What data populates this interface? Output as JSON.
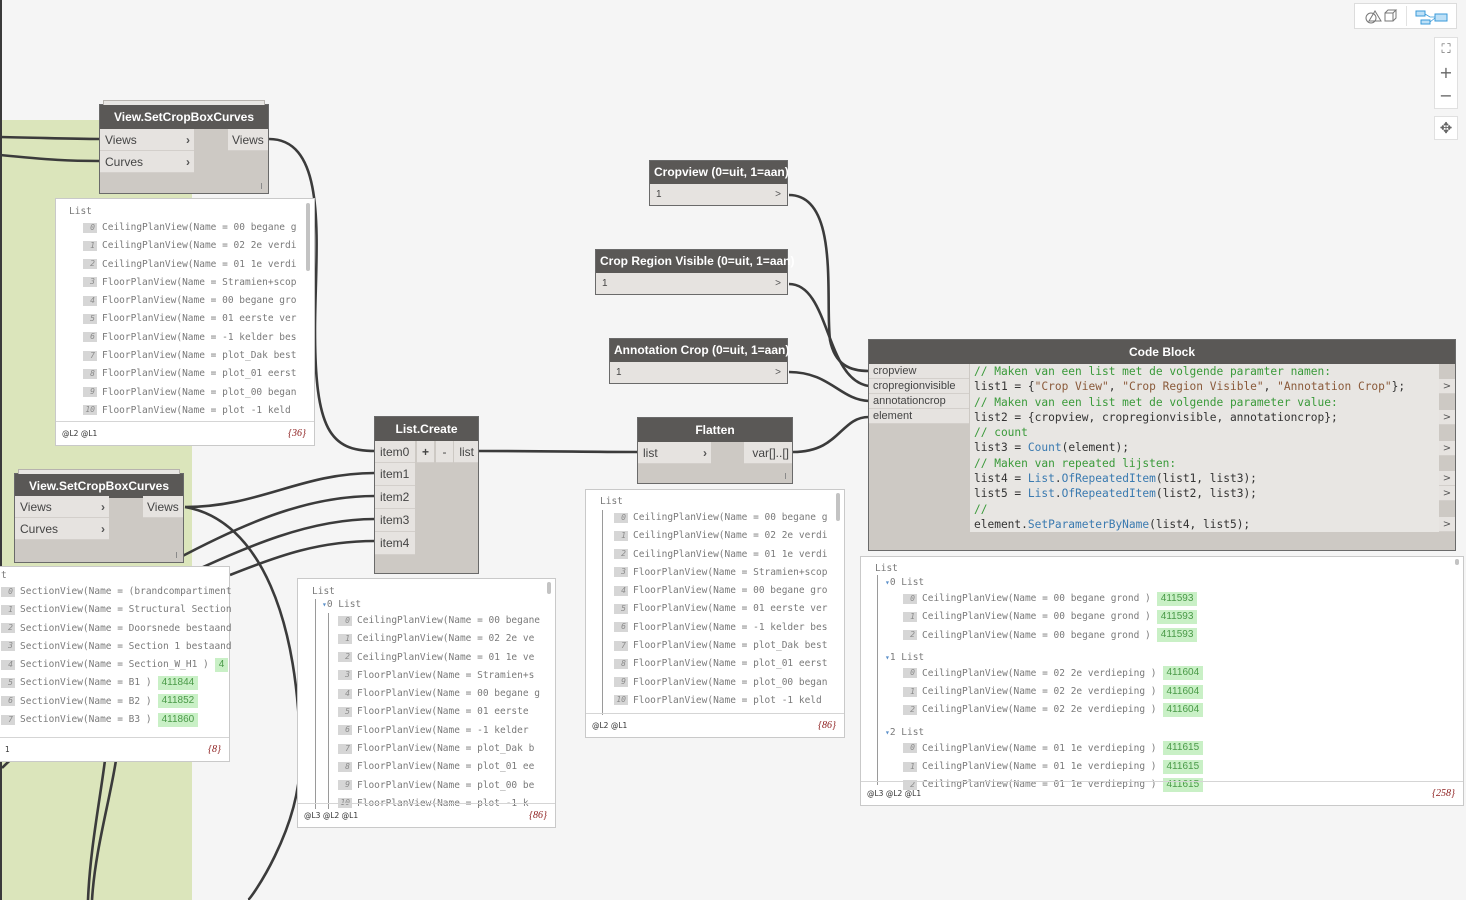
{
  "canvas_controls": {
    "geometry_view_label": "3D background preview",
    "graph_view_label": "Graph view",
    "zoom_fit": "⛶",
    "zoom_in": "+",
    "zoom_out": "−",
    "pan": "✥"
  },
  "nodes": {
    "set_crop_1": {
      "title": "View.SetCropBoxCurves",
      "inputs": [
        "Views",
        "Curves"
      ],
      "output": "Views",
      "preview": {
        "header": "List",
        "items": [
          {
            "i": "0",
            "text": "CeilingPlanView(Name = 00 begane g"
          },
          {
            "i": "1",
            "text": "CeilingPlanView(Name = 02 2e verdi"
          },
          {
            "i": "2",
            "text": "CeilingPlanView(Name = 01 1e verdi"
          },
          {
            "i": "3",
            "text": "FloorPlanView(Name = Stramien+scop"
          },
          {
            "i": "4",
            "text": "FloorPlanView(Name = 00 begane gro"
          },
          {
            "i": "5",
            "text": "FloorPlanView(Name = 01 eerste ver"
          },
          {
            "i": "6",
            "text": "FloorPlanView(Name = -1 kelder bes"
          },
          {
            "i": "7",
            "text": "FloorPlanView(Name = plot_Dak best"
          },
          {
            "i": "8",
            "text": "FloorPlanView(Name = plot_01 eerst"
          },
          {
            "i": "9",
            "text": "FloorPlanView(Name = plot_00 began"
          },
          {
            "i": "10",
            "text": "FloorPlanView(Name = plot -1 keld"
          }
        ],
        "levels": "@L2 @L1",
        "count": "{36}"
      }
    },
    "set_crop_2": {
      "title": "View.SetCropBoxCurves",
      "inputs": [
        "Views",
        "Curves"
      ],
      "output": "Views",
      "preview": {
        "header": "t",
        "items": [
          {
            "i": "0",
            "text": "SectionView(Name = (brandcompartiment",
            "id": ""
          },
          {
            "i": "1",
            "text": "SectionView(Name = Structural Section",
            "id": ""
          },
          {
            "i": "2",
            "text": "SectionView(Name = Doorsnede bestaand",
            "id": ""
          },
          {
            "i": "3",
            "text": "SectionView(Name = Section 1 bestaand",
            "id": ""
          },
          {
            "i": "4",
            "text": "SectionView(Name = Section_W_H1 )",
            "id": "4"
          },
          {
            "i": "5",
            "text": "SectionView(Name = B1 )",
            "id": "411844"
          },
          {
            "i": "6",
            "text": "SectionView(Name = B2 )",
            "id": "411852"
          },
          {
            "i": "7",
            "text": "SectionView(Name = B3 )",
            "id": "411860"
          }
        ],
        "levels": "1",
        "count": "{8}"
      }
    },
    "list_create": {
      "title": "List.Create",
      "inputs": [
        "item0",
        "item1",
        "item2",
        "item3",
        "item4"
      ],
      "add": "+",
      "remove": "-",
      "output": "list",
      "preview": {
        "header": "List",
        "sub_header": "0 List",
        "items": [
          {
            "i": "0",
            "text": "CeilingPlanView(Name = 00 begane"
          },
          {
            "i": "1",
            "text": "CeilingPlanView(Name = 02 2e ve"
          },
          {
            "i": "2",
            "text": "CeilingPlanView(Name = 01 1e ve"
          },
          {
            "i": "3",
            "text": "FloorPlanView(Name = Stramien+s"
          },
          {
            "i": "4",
            "text": "FloorPlanView(Name = 00 begane g"
          },
          {
            "i": "5",
            "text": "FloorPlanView(Name = 01 eerste"
          },
          {
            "i": "6",
            "text": "FloorPlanView(Name = -1 kelder"
          },
          {
            "i": "7",
            "text": "FloorPlanView(Name = plot_Dak b"
          },
          {
            "i": "8",
            "text": "FloorPlanView(Name = plot_01 ee"
          },
          {
            "i": "9",
            "text": "FloorPlanView(Name = plot_00 be"
          },
          {
            "i": "10",
            "text": "FloorPlanView(Name = plot -1 k"
          }
        ],
        "levels": "@L3 @L2 @L1",
        "count": "{86}"
      }
    },
    "cropview": {
      "title": "Cropview (0=uit, 1=aan)",
      "value": "1",
      "out": ">"
    },
    "crop_region_visible": {
      "title": "Crop Region Visible (0=uit, 1=aan)",
      "value": "1",
      "out": ">"
    },
    "annotation_crop": {
      "title": "Annotation Crop (0=uit, 1=aan)",
      "value": "1",
      "out": ">"
    },
    "flatten": {
      "title": "Flatten",
      "input": "list",
      "output": "var[]..[]",
      "preview": {
        "header": "List",
        "items": [
          {
            "i": "0",
            "text": "CeilingPlanView(Name = 00 begane g"
          },
          {
            "i": "1",
            "text": "CeilingPlanView(Name = 02 2e verdi"
          },
          {
            "i": "2",
            "text": "CeilingPlanView(Name = 01 1e verdi"
          },
          {
            "i": "3",
            "text": "FloorPlanView(Name = Stramien+scop"
          },
          {
            "i": "4",
            "text": "FloorPlanView(Name = 00 begane gro"
          },
          {
            "i": "5",
            "text": "FloorPlanView(Name = 01 eerste ver"
          },
          {
            "i": "6",
            "text": "FloorPlanView(Name = -1 kelder bes"
          },
          {
            "i": "7",
            "text": "FloorPlanView(Name = plot_Dak best"
          },
          {
            "i": "8",
            "text": "FloorPlanView(Name = plot_01 eerst"
          },
          {
            "i": "9",
            "text": "FloorPlanView(Name = plot_00 began"
          },
          {
            "i": "10",
            "text": "FloorPlanView(Name = plot -1 keld"
          }
        ],
        "levels": "@L2 @L1",
        "count": "{86}"
      }
    },
    "code_block": {
      "title": "Code Block",
      "inputs": [
        "cropview",
        "cropregionvisible",
        "annotationcrop",
        "element"
      ],
      "lines": [
        {
          "parts": [
            {
              "t": "// Maken van een list met de volgende paramter namen:",
              "c": "cmt"
            }
          ],
          "out": false
        },
        {
          "parts": [
            {
              "t": "list1 = {",
              "c": ""
            },
            {
              "t": "\"Crop View\"",
              "c": "str"
            },
            {
              "t": ", ",
              "c": ""
            },
            {
              "t": "\"Crop Region Visible\"",
              "c": "str"
            },
            {
              "t": ", ",
              "c": ""
            },
            {
              "t": "\"Annotation Crop\"",
              "c": "str"
            },
            {
              "t": "};",
              "c": ""
            }
          ],
          "out": true
        },
        {
          "parts": [
            {
              "t": "// Maken van een list met de volgende parameter value:",
              "c": "cmt"
            }
          ],
          "out": false
        },
        {
          "parts": [
            {
              "t": "list2 = {cropview, cropregionvisible, annotationcrop};",
              "c": ""
            }
          ],
          "out": true
        },
        {
          "parts": [
            {
              "t": "// count",
              "c": "cmt"
            }
          ],
          "out": false
        },
        {
          "parts": [
            {
              "t": "list3 = ",
              "c": ""
            },
            {
              "t": "Count",
              "c": "fn"
            },
            {
              "t": "(element);",
              "c": ""
            }
          ],
          "out": true
        },
        {
          "parts": [
            {
              "t": "// Maken van repeated lijsten:",
              "c": "cmt"
            }
          ],
          "out": false
        },
        {
          "parts": [
            {
              "t": "list4 = ",
              "c": ""
            },
            {
              "t": "List",
              "c": "fn"
            },
            {
              "t": ".",
              "c": ""
            },
            {
              "t": "OfRepeatedItem",
              "c": "fn"
            },
            {
              "t": "(list1, list3);",
              "c": ""
            }
          ],
          "out": true
        },
        {
          "parts": [
            {
              "t": "list5 = ",
              "c": ""
            },
            {
              "t": "List",
              "c": "fn"
            },
            {
              "t": ".",
              "c": ""
            },
            {
              "t": "OfRepeatedItem",
              "c": "fn"
            },
            {
              "t": "(list2, list3);",
              "c": ""
            }
          ],
          "out": true
        },
        {
          "parts": [
            {
              "t": "//",
              "c": "cmt"
            }
          ],
          "out": false
        },
        {
          "parts": [
            {
              "t": "element.",
              "c": ""
            },
            {
              "t": "SetParameterByName",
              "c": "fn"
            },
            {
              "t": "(list4, list5);",
              "c": ""
            }
          ],
          "out": true
        }
      ],
      "out_symbol": ">",
      "preview": {
        "header": "List",
        "groups": [
          {
            "label": "0 List",
            "items": [
              {
                "i": "0",
                "text": "CeilingPlanView(Name = 00 begane grond )",
                "id": "411593"
              },
              {
                "i": "1",
                "text": "CeilingPlanView(Name = 00 begane grond )",
                "id": "411593"
              },
              {
                "i": "2",
                "text": "CeilingPlanView(Name = 00 begane grond )",
                "id": "411593"
              }
            ]
          },
          {
            "label": "1 List",
            "items": [
              {
                "i": "0",
                "text": "CeilingPlanView(Name = 02 2e verdieping )",
                "id": "411604"
              },
              {
                "i": "1",
                "text": "CeilingPlanView(Name = 02 2e verdieping )",
                "id": "411604"
              },
              {
                "i": "2",
                "text": "CeilingPlanView(Name = 02 2e verdieping )",
                "id": "411604"
              }
            ]
          },
          {
            "label": "2 List",
            "items": [
              {
                "i": "0",
                "text": "CeilingPlanView(Name = 01 1e verdieping )",
                "id": "411615"
              },
              {
                "i": "1",
                "text": "CeilingPlanView(Name = 01 1e verdieping )",
                "id": "411615"
              },
              {
                "i": "2",
                "text": "CeilingPlanView(Name = 01 1e verdieping )",
                "id": "411615"
              }
            ]
          }
        ],
        "levels": "@L3 @L2 @L1",
        "count": "{258}"
      }
    }
  }
}
